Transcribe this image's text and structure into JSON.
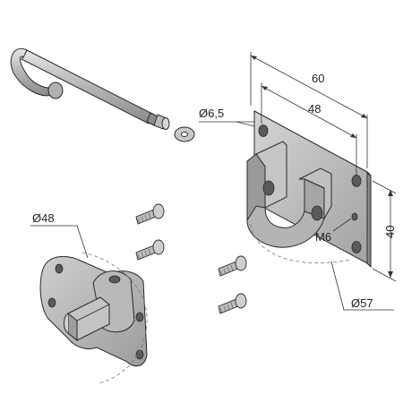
{
  "colors": {
    "background": "#ffffff",
    "metal_light": "#c9c9c9",
    "metal_mid": "#a8a8a8",
    "metal_dark": "#7d7d7d",
    "outline": "#2a2a2a",
    "dimension_line": "#333333",
    "hole": "#5a5a5a"
  },
  "parts": [
    {
      "name": "crank-hook-rod"
    },
    {
      "name": "washer"
    },
    {
      "name": "wall-bracket-plate"
    },
    {
      "name": "gear-mount-flange"
    },
    {
      "name": "screw"
    }
  ],
  "dimensions": {
    "width_outer": "60",
    "width_inner": "48",
    "height": "40",
    "thread": "M6",
    "hole_diameter": "Ø6,5",
    "bolt_circle_left": "Ø48",
    "bolt_circle_right": "Ø57"
  }
}
